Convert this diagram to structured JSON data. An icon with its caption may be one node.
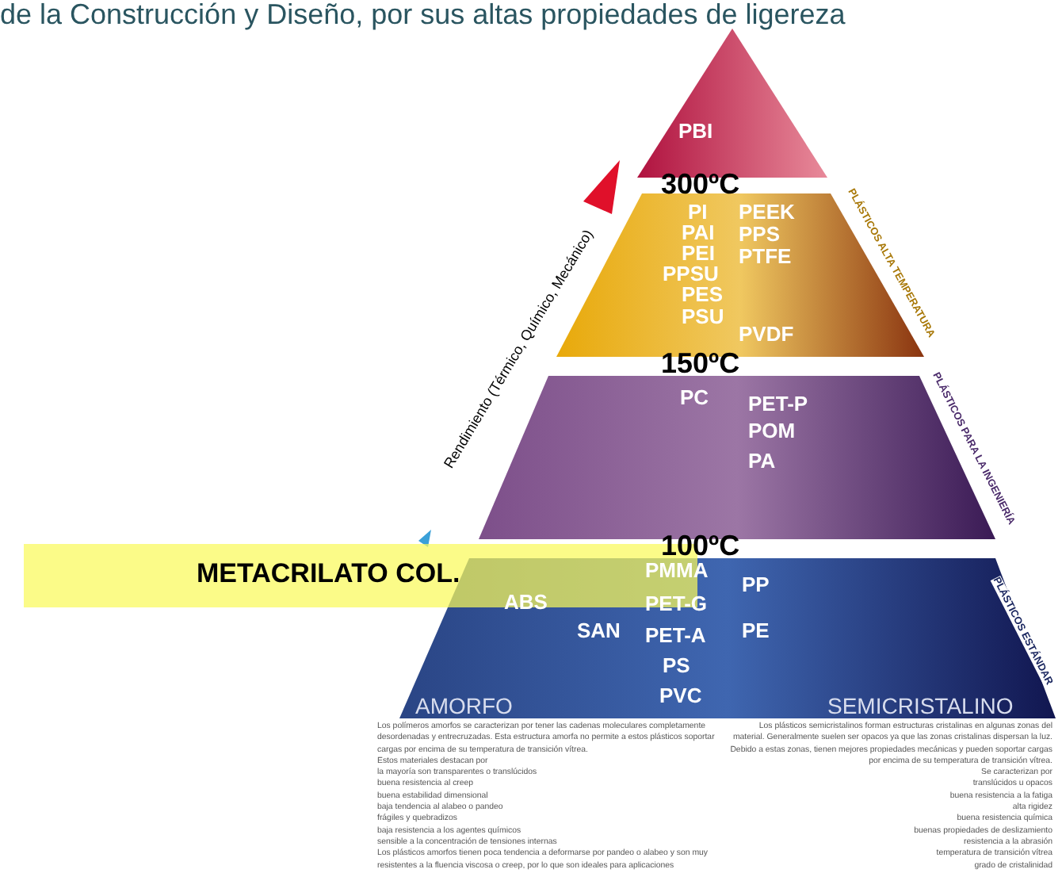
{
  "diagram": {
    "nodes": [
      {
        "text": [
          "PBI"
        ]
      },
      {
        "text": [
          "PI",
          "PAI",
          "PEI",
          "PPSU",
          "PES",
          "PSU",
          "PEEK",
          "PPS",
          "PTFE",
          "PVDF"
        ],
        "beside": [
          "PLÁSTICOS ALTA TEMPERATURA"
        ]
      },
      {
        "text": [
          "PC",
          "PET-P",
          "POM",
          "PA"
        ],
        "beside": [
          "PLÁSTICOS PARA LA INGENIERÍA"
        ]
      },
      {
        "text": [
          "PMMA",
          "PET-G",
          "PET-A",
          "PS",
          "PVC",
          "ABS",
          "SAN",
          "PP",
          "PE",
          "AMORFO",
          "SEMICRISTALINO"
        ],
        "beside": [
          "PLÁSTICOS ESTÁNDAR"
        ]
      }
    ],
    "edges": [],
    "labels": [
      "de la Construcción y Diseño, por sus altas propiedades de ligereza",
      "300ºC",
      "150ºC",
      "100ºC",
      "Rendimiento (Térmico, Químico, Mecánico)",
      "METACRILATO COL.",
      "Los polímeros amorfos se caracterizan por tener las cadenas moleculares completamente desordenadas y entrecruzadas. Esta estructura amorfa no permite a estos plásticos soportar cargas por encima de su temperatura de transición vítrea.",
      "Estos materiales destacan por",
      "la mayoría son transparentes o translúcidos",
      "buena resistencia al creep",
      "buena estabilidad dimensional",
      "baja tendencia al alabeo o pandeo",
      "frágiles y quebradizos",
      "baja resistencia a los agentes químicos",
      "sensible a la concentración de tensiones internas",
      "Los plásticos amorfos tienen poca tendencia a deformarse por pandeo o alabeo y son muy resistentes a la fluencia viscosa o creep, por lo que son ideales para aplicaciones",
      "Los plásticos semicristalinos forman estructuras cristalinas en algunas zonas del material. Generalmente suelen ser opacos ya que las zonas cristalinas dispersan la luz. Debido a estas zonas, tienen mejores propiedades mecánicas y pueden soportar cargas por encima de su temperatura de transición vítrea.",
      "Se caracterizan por",
      "translúcidos u opacos",
      "buena resistencia a la fatiga",
      "alta rigidez",
      "buena resistencia química",
      "buenas propiedades de deslizamiento",
      "resistencia a la abrasión",
      "temperatura de transición vítrea",
      "grado de cristalinidad"
    ]
  }
}
